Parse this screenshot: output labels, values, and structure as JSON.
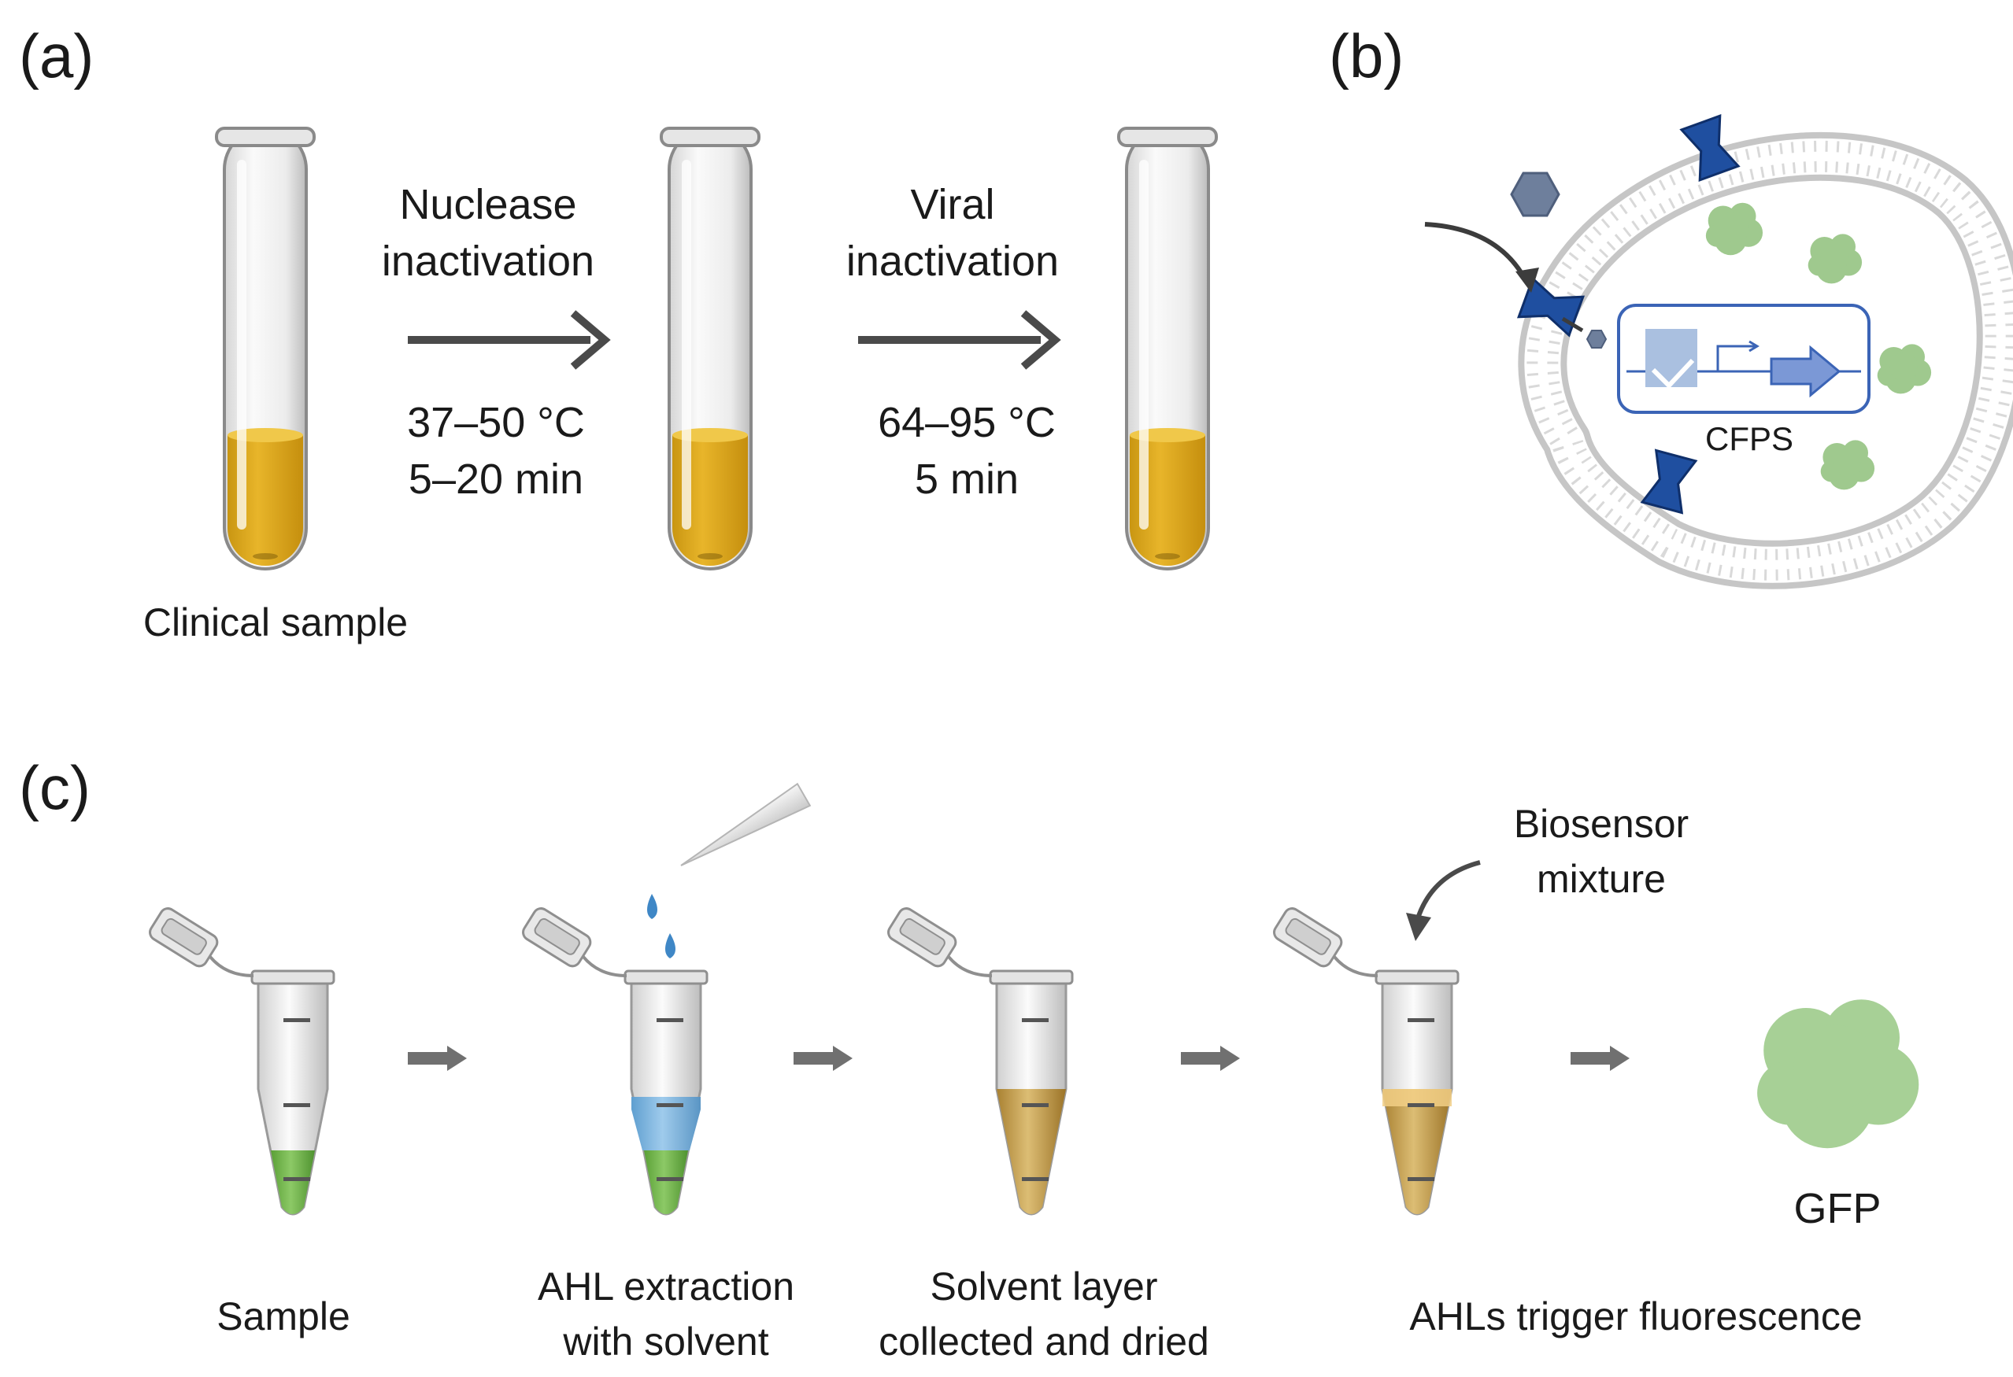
{
  "panel_a": {
    "label": "(a)",
    "step1": {
      "line1": "Nuclease",
      "line2": "inactivation",
      "temp": "37–50 °C",
      "time": "5–20 min"
    },
    "step2": {
      "line1": "Viral",
      "line2": "inactivation",
      "temp": "64–95 °C",
      "time": "5 min"
    },
    "caption": "Clinical sample",
    "colors": {
      "liquid": "#E2AE1E",
      "arrow": "#4a4a4a"
    }
  },
  "panel_b": {
    "label": "(b)",
    "box_label": "CFPS",
    "colors": {
      "membrane": "#c9c9c9",
      "channel": "#1f4fa0",
      "hexagon": "#6e7f9c",
      "protein": "#9fc98e",
      "box": "#3b64b6"
    }
  },
  "panel_c": {
    "label": "(c)",
    "tube1": "Sample",
    "tube2": {
      "line1": "AHL extraction",
      "line2": "with solvent"
    },
    "tube3": {
      "line1": "Solvent layer",
      "line2": "collected and dried"
    },
    "tube4": "AHLs trigger fluorescence",
    "biosensor": {
      "line1": "Biosensor",
      "line2": "mixture"
    },
    "product": "GFP",
    "colors": {
      "sample": "#72b84a",
      "solvent": "#7fb6df",
      "dried": "#c9a24d",
      "drop": "#3f87c6",
      "gfp": "#a7d096"
    }
  }
}
